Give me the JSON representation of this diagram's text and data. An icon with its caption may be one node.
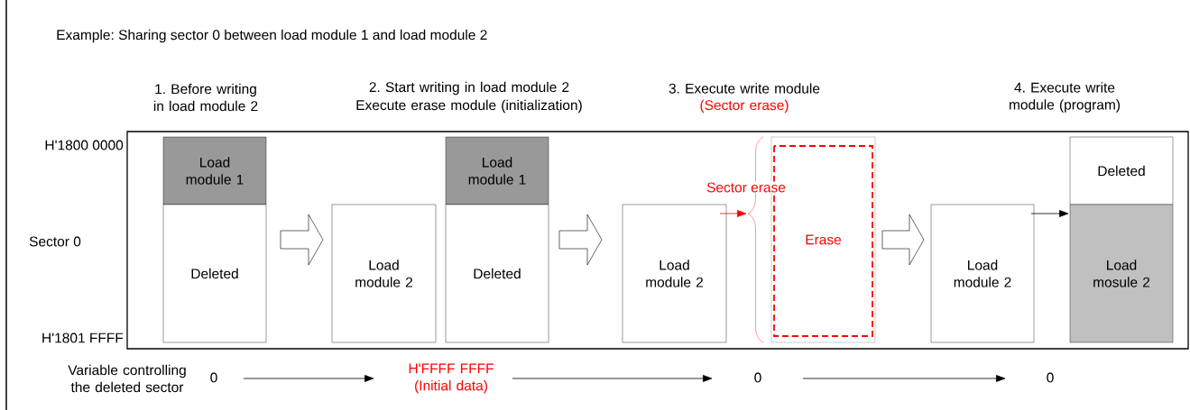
{
  "diagram": {
    "title": "Example: Sharing sector 0 between load module 1 and load module 2",
    "nodes": [
      {
        "text": [
          "Load module 1"
        ]
      },
      {
        "text": [
          "Deleted"
        ]
      },
      {
        "text": [
          "Load module 2"
        ]
      },
      {
        "text": [
          "Load module 1"
        ]
      },
      {
        "text": [
          "Deleted"
        ]
      },
      {
        "text": [
          "Load module 2"
        ]
      },
      {
        "text": [
          "Erase"
        ]
      },
      {
        "text": [
          "Load module 2"
        ]
      },
      {
        "text": [
          "Deleted"
        ]
      },
      {
        "text": [
          "Load mosule 2"
        ]
      },
      {
        "text": [
          "0"
        ]
      },
      {
        "text": [
          "H'FFFF FFFF (Initial data)"
        ]
      },
      {
        "text": [
          "0"
        ]
      },
      {
        "text": [
          "0"
        ]
      }
    ],
    "edges": [
      {
        "from": 1,
        "to": 2,
        "arrow": "to",
        "style": "thick"
      },
      {
        "from": 4,
        "to": 5,
        "arrow": "to",
        "style": "thick"
      },
      {
        "from": 6,
        "to": 7,
        "arrow": "to",
        "style": "thick"
      },
      {
        "from": 5,
        "to": 6,
        "arrow": "to",
        "color": "#ff0000",
        "label": "Sector erase"
      },
      {
        "from": 7,
        "to": 9,
        "arrow": "to"
      },
      {
        "from": 10,
        "to": 11,
        "arrow": "to"
      },
      {
        "from": 11,
        "to": 12,
        "arrow": "to"
      },
      {
        "from": 12,
        "to": 13,
        "arrow": "to"
      }
    ],
    "labels": [
      "1. Before writing in load module 2",
      "2. Start writing in  load module 2",
      "Execute erase module (initialization)",
      "3. Execute write module",
      "(Sector erase)",
      "4. Execute write module (program)",
      "H'1800 0000",
      "Sector 0",
      "H'1801 FFFF",
      "Variable controlling the deleted sector"
    ]
  }
}
